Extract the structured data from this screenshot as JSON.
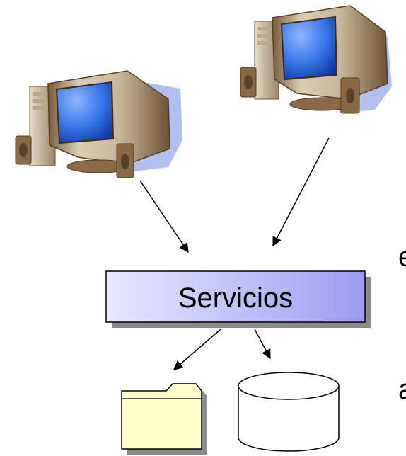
{
  "edge_text": {
    "upper_char": "e",
    "lower_char": "a"
  },
  "services_box": {
    "label": "Servicios"
  },
  "icons": {
    "computer_left": "desktop-computer-icon",
    "computer_right": "desktop-computer-icon",
    "folder": "folder-icon",
    "database": "database-cylinder-icon"
  },
  "colors": {
    "box_gradient_start": "#e8e8ff",
    "box_gradient_end": "#9c9cf0",
    "box_border": "#000000",
    "box_shadow": "#8a8a8a",
    "folder_fill": "#ffffcc",
    "monitor_case": "#cfc2ab",
    "screen": "#3a78e8",
    "monitor_shadow": "#a9b9ee"
  }
}
